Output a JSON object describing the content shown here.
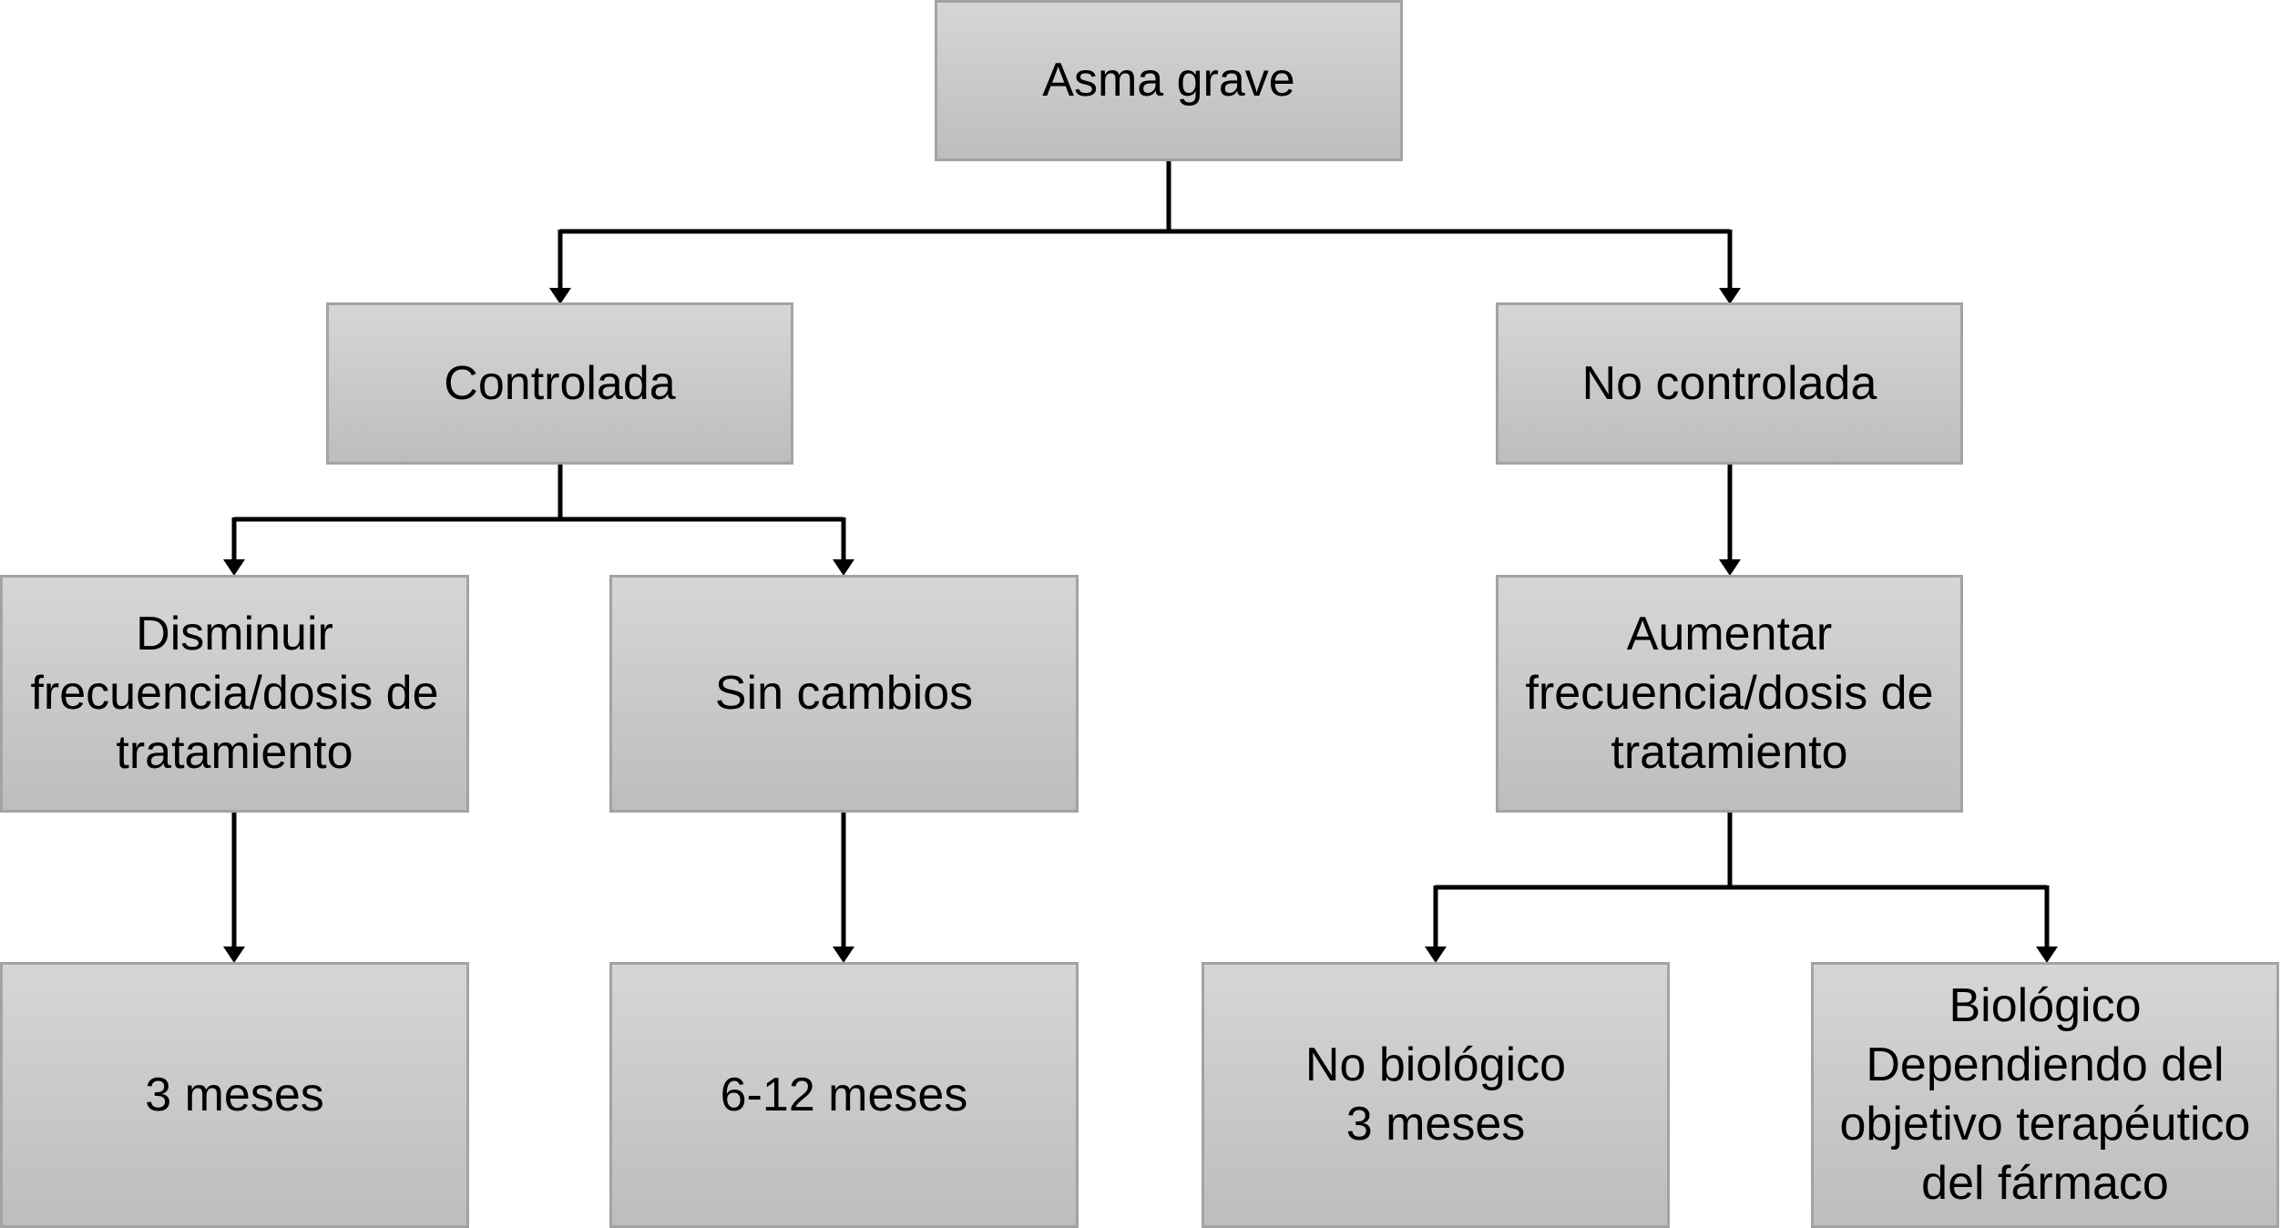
{
  "nodes": {
    "root": "Asma grave",
    "controlada": "Controlada",
    "no_controlada": "No controlada",
    "disminuir": "Disminuir\nfrecuencia/dosis de\ntratamiento",
    "sin_cambios": "Sin cambios",
    "aumentar": "Aumentar\nfrecuencia/dosis de\ntratamiento",
    "tres_meses": "3 meses",
    "seis_doce_meses": "6-12 meses",
    "no_biologico": "No biológico\n3 meses",
    "biologico": "Biológico\nDependiendo del\nobjetivo terapéutico\ndel fármaco"
  },
  "colors": {
    "box_top": "#d6d6d6",
    "box_bottom": "#bdbdbd",
    "border": "#a3a3a3",
    "connector": "#000000"
  }
}
